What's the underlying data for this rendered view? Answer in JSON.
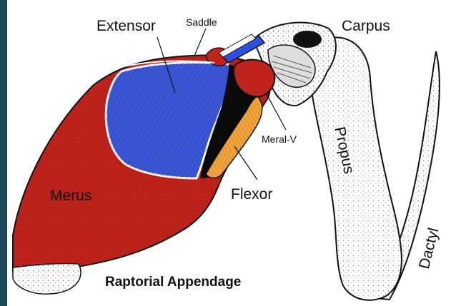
{
  "diagram": {
    "title": "Raptorial Appendage",
    "labels": {
      "extensor": "Extensor",
      "saddle": "Saddle",
      "carpus": "Carpus",
      "meral_v": "Meral-V",
      "merus": "Merus",
      "flexor": "Flexor",
      "propus": "Propus",
      "dactyl": "Dactyl"
    },
    "colors": {
      "frame": "#1e4a5f",
      "merus": "#c0231b",
      "extensor_muscle": "#3a56d4",
      "flexor_muscle": "#f0a33a",
      "saddle_link": "#2f4fe0",
      "propus_fill": "#ffffff",
      "outline": "#111111"
    }
  }
}
